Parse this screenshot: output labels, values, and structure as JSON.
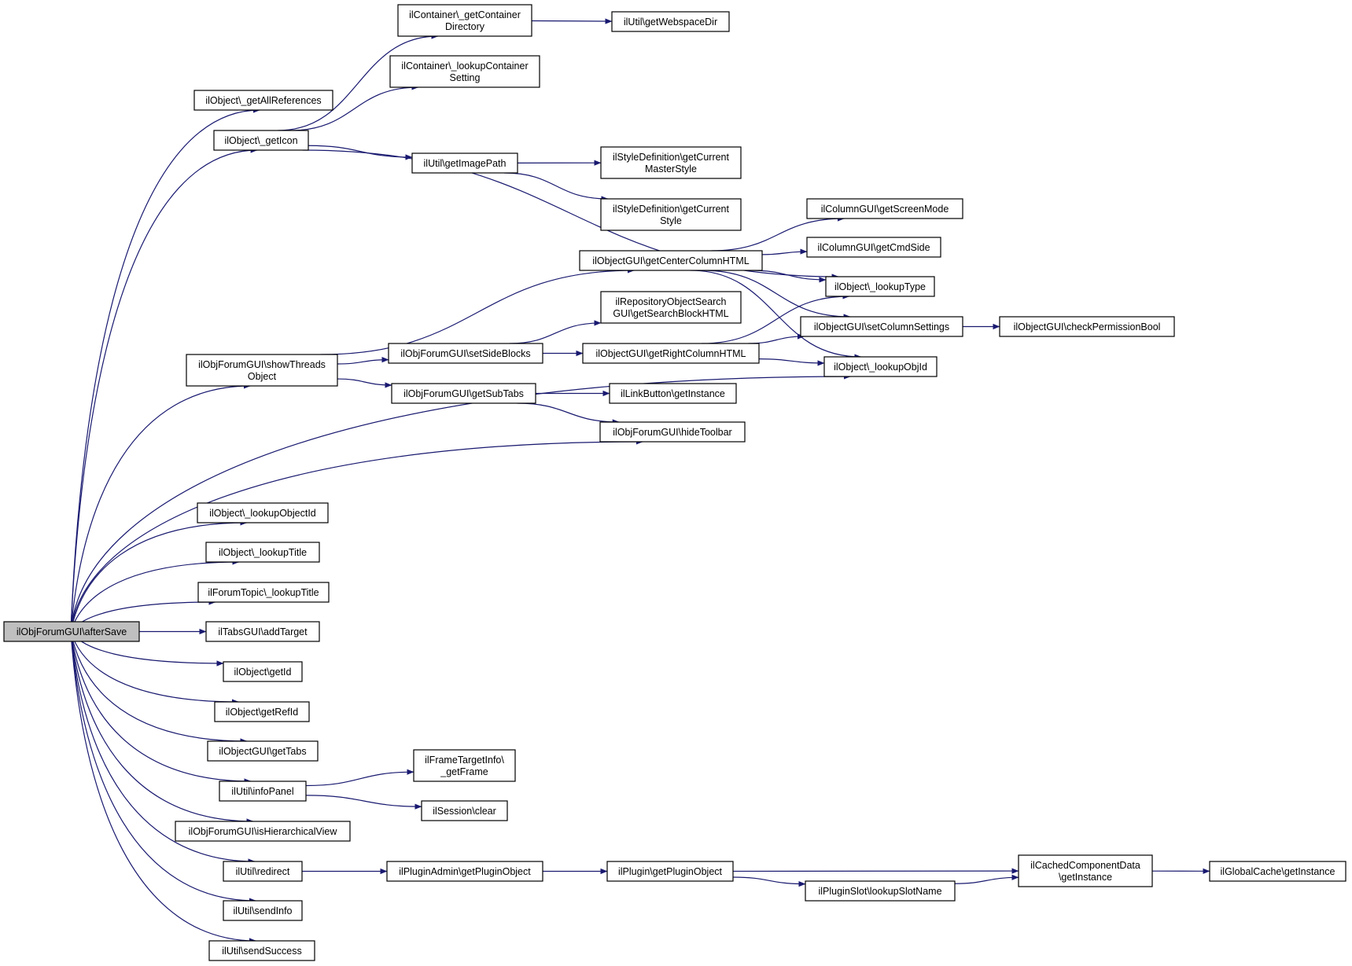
{
  "colors": {
    "edge": "#191970",
    "node_border": "#000000",
    "node_fill": "#ffffff",
    "root_fill": "#bfbfbf"
  },
  "nodes": [
    {
      "id": "root",
      "label": "ilObjForumGUI\\afterSave"
    },
    {
      "id": "getAllReferences",
      "label": "ilObject\\_getAllReferences"
    },
    {
      "id": "getIcon",
      "label": "ilObject\\_getIcon"
    },
    {
      "id": "getContainerDirectory",
      "label": "ilContainer\\_getContainer\nDirectory"
    },
    {
      "id": "lookupContainerSetting",
      "label": "ilContainer\\_lookupContainer\nSetting"
    },
    {
      "id": "getWebspaceDir",
      "label": "ilUtil\\getWebspaceDir"
    },
    {
      "id": "getImagePath",
      "label": "ilUtil\\getImagePath"
    },
    {
      "id": "getCurrentMasterStyle",
      "label": "ilStyleDefinition\\getCurrent\nMasterStyle"
    },
    {
      "id": "getCurrentStyle",
      "label": "ilStyleDefinition\\getCurrent\nStyle"
    },
    {
      "id": "lookupType",
      "label": "ilObject\\_lookupType"
    },
    {
      "id": "showThreadsObject",
      "label": "ilObjForumGUI\\showThreads\nObject"
    },
    {
      "id": "getCenterColumnHTML",
      "label": "ilObjectGUI\\getCenterColumnHTML"
    },
    {
      "id": "getScreenMode",
      "label": "ilColumnGUI\\getScreenMode"
    },
    {
      "id": "getCmdSide",
      "label": "ilColumnGUI\\getCmdSide"
    },
    {
      "id": "setColumnSettings",
      "label": "ilObjectGUI\\setColumnSettings"
    },
    {
      "id": "checkPermissionBool",
      "label": "ilObjectGUI\\checkPermissionBool"
    },
    {
      "id": "lookupObjId",
      "label": "ilObject\\_lookupObjId"
    },
    {
      "id": "getSearchBlockHTML",
      "label": "ilRepositoryObjectSearch\nGUI\\getSearchBlockHTML"
    },
    {
      "id": "setSideBlocks",
      "label": "ilObjForumGUI\\setSideBlocks"
    },
    {
      "id": "getRightColumnHTML",
      "label": "ilObjectGUI\\getRightColumnHTML"
    },
    {
      "id": "getSubTabs",
      "label": "ilObjForumGUI\\getSubTabs"
    },
    {
      "id": "linkButtonGetInstance",
      "label": "ilLinkButton\\getInstance"
    },
    {
      "id": "hideToolbar",
      "label": "ilObjForumGUI\\hideToolbar"
    },
    {
      "id": "lookupObjectId",
      "label": "ilObject\\_lookupObjectId"
    },
    {
      "id": "lookupTitle",
      "label": "ilObject\\_lookupTitle"
    },
    {
      "id": "forumTopicLookupTitle",
      "label": "ilForumTopic\\_lookupTitle"
    },
    {
      "id": "addTarget",
      "label": "ilTabsGUI\\addTarget"
    },
    {
      "id": "getId",
      "label": "ilObject\\getId"
    },
    {
      "id": "getRefId",
      "label": "ilObject\\getRefId"
    },
    {
      "id": "getTabs",
      "label": "ilObjectGUI\\getTabs"
    },
    {
      "id": "infoPanel",
      "label": "ilUtil\\infoPanel"
    },
    {
      "id": "getFrame",
      "label": "ilFrameTargetInfo\\\n_getFrame"
    },
    {
      "id": "sessionClear",
      "label": "ilSession\\clear"
    },
    {
      "id": "isHierarchicalView",
      "label": "ilObjForumGUI\\isHierarchicalView"
    },
    {
      "id": "redirect",
      "label": "ilUtil\\redirect"
    },
    {
      "id": "pluginAdminGetPluginObject",
      "label": "ilPluginAdmin\\getPluginObject"
    },
    {
      "id": "pluginGetPluginObject",
      "label": "ilPlugin\\getPluginObject"
    },
    {
      "id": "lookupSlotName",
      "label": "ilPluginSlot\\lookupSlotName"
    },
    {
      "id": "cachedComponentData",
      "label": "ilCachedComponentData\n\\getInstance"
    },
    {
      "id": "globalCache",
      "label": "ilGlobalCache\\getInstance"
    },
    {
      "id": "sendInfo",
      "label": "ilUtil\\sendInfo"
    },
    {
      "id": "sendSuccess",
      "label": "ilUtil\\sendSuccess"
    }
  ],
  "edges": [
    [
      "root",
      "getAllReferences"
    ],
    [
      "root",
      "getIcon"
    ],
    [
      "root",
      "showThreadsObject"
    ],
    [
      "root",
      "hideToolbar"
    ],
    [
      "root",
      "lookupObjId"
    ],
    [
      "root",
      "lookupObjectId"
    ],
    [
      "root",
      "lookupTitle"
    ],
    [
      "root",
      "forumTopicLookupTitle"
    ],
    [
      "root",
      "addTarget"
    ],
    [
      "root",
      "getId"
    ],
    [
      "root",
      "getRefId"
    ],
    [
      "root",
      "getTabs"
    ],
    [
      "root",
      "infoPanel"
    ],
    [
      "root",
      "isHierarchicalView"
    ],
    [
      "root",
      "redirect"
    ],
    [
      "root",
      "sendInfo"
    ],
    [
      "root",
      "sendSuccess"
    ],
    [
      "getIcon",
      "getContainerDirectory"
    ],
    [
      "getIcon",
      "lookupContainerSetting"
    ],
    [
      "getIcon",
      "lookupType"
    ],
    [
      "getIcon",
      "getImagePath"
    ],
    [
      "getContainerDirectory",
      "getWebspaceDir"
    ],
    [
      "getImagePath",
      "getCurrentMasterStyle"
    ],
    [
      "getImagePath",
      "getCurrentStyle"
    ],
    [
      "showThreadsObject",
      "getCenterColumnHTML"
    ],
    [
      "showThreadsObject",
      "setSideBlocks"
    ],
    [
      "showThreadsObject",
      "getSubTabs"
    ],
    [
      "getCenterColumnHTML",
      "getScreenMode"
    ],
    [
      "getCenterColumnHTML",
      "getCmdSide"
    ],
    [
      "getCenterColumnHTML",
      "lookupType"
    ],
    [
      "getCenterColumnHTML",
      "setColumnSettings"
    ],
    [
      "getCenterColumnHTML",
      "lookupObjId"
    ],
    [
      "setSideBlocks",
      "getSearchBlockHTML"
    ],
    [
      "setSideBlocks",
      "getRightColumnHTML"
    ],
    [
      "getRightColumnHTML",
      "lookupType"
    ],
    [
      "getRightColumnHTML",
      "setColumnSettings"
    ],
    [
      "getRightColumnHTML",
      "lookupObjId"
    ],
    [
      "setColumnSettings",
      "checkPermissionBool"
    ],
    [
      "getSubTabs",
      "linkButtonGetInstance"
    ],
    [
      "getSubTabs",
      "hideToolbar"
    ],
    [
      "infoPanel",
      "getFrame"
    ],
    [
      "infoPanel",
      "sessionClear"
    ],
    [
      "redirect",
      "pluginAdminGetPluginObject"
    ],
    [
      "pluginAdminGetPluginObject",
      "pluginGetPluginObject"
    ],
    [
      "pluginGetPluginObject",
      "cachedComponentData"
    ],
    [
      "pluginGetPluginObject",
      "lookupSlotName"
    ],
    [
      "lookupSlotName",
      "cachedComponentData"
    ],
    [
      "cachedComponentData",
      "globalCache"
    ]
  ]
}
